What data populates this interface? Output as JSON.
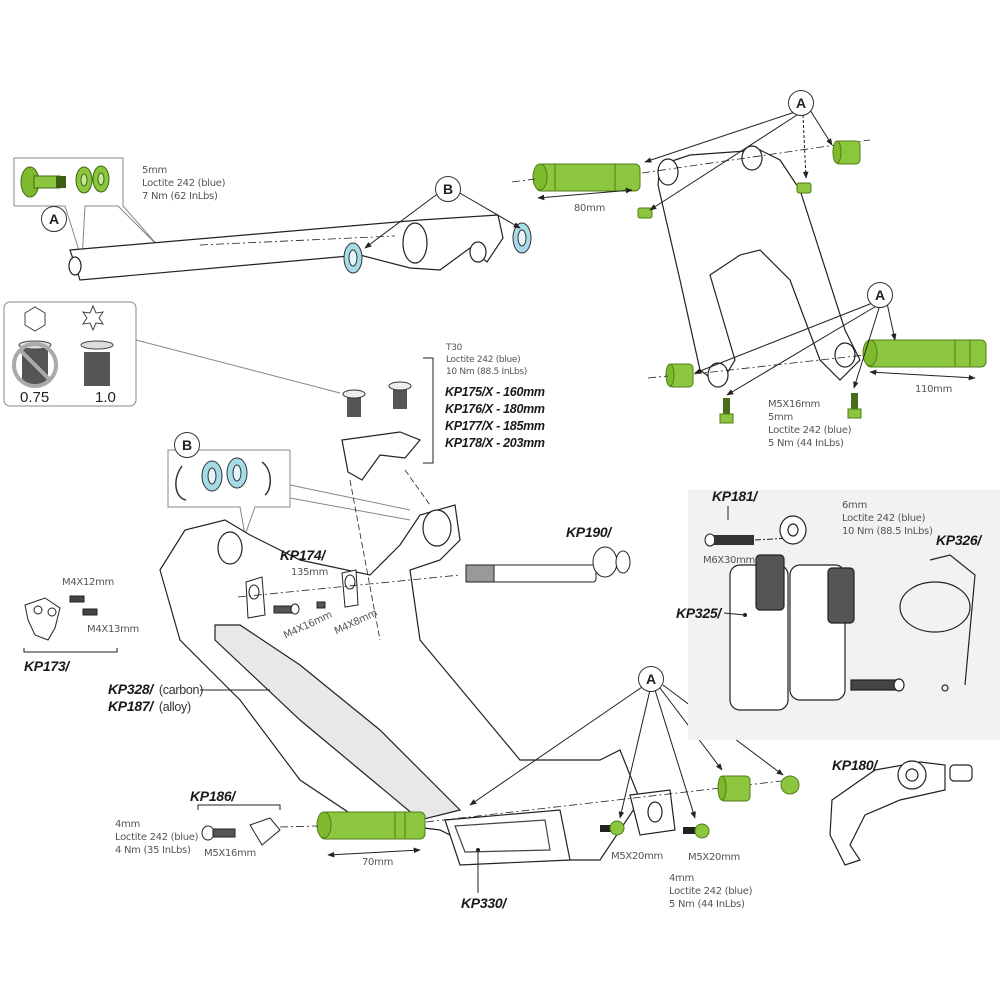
{
  "diagram": {
    "type": "exploded-parts-view",
    "colors": {
      "pivot_hardware_green": "#8cc63f",
      "pivot_hardware_dark_green": "#5a8a1c",
      "bearing_blue": "#a6dbe8",
      "line": "#222222",
      "text": "#555555"
    },
    "callouts": {
      "a_top_left": "A",
      "b_top": "B",
      "a_top_right": "A",
      "a_right": "A",
      "b_left": "B",
      "a_bottom": "A"
    },
    "notes": {
      "pivot_bolt_top_left": [
        "5mm",
        "Loctite 242 (blue)",
        "7 Nm (62 InLbs)"
      ],
      "shock_mount_bolts": [
        "T30",
        "Loctite 242 (blue)",
        "10 Nm (88.5 InLbs)"
      ],
      "rocker_bolts": [
        "M5X16mm",
        "5mm",
        "Loctite 242 (blue)",
        "5 Nm (44 InLbs)"
      ],
      "shock_bolt": [
        "6mm",
        "Loctite 242 (blue)",
        "10 Nm (88.5 InLbs)"
      ],
      "derailleur_hanger": [
        "4mm",
        "Loctite 242 (blue)",
        "4 Nm (35 InLbs)"
      ],
      "chainstay_bolts": [
        "4mm",
        "Loctite 242 (blue)",
        "5 Nm (44 InLbs)"
      ]
    },
    "dimensions": {
      "axle_top": "80mm",
      "axle_right": "110mm",
      "axle_bottom": "70mm",
      "kp174_width": "135mm"
    },
    "bolt_labels": {
      "m4x12": "M4X12mm",
      "m4x13": "M4X13mm",
      "m4x16": "M4X16mm",
      "m4x8": "M4X8mm",
      "m6x30": "M6X30mm",
      "m5x16": "M5X16mm",
      "m5x20_left": "M5X20mm",
      "m5x20_right": "M5X20mm"
    },
    "thread_pitch": {
      "hex_label": "0.75",
      "torx_label": "1.0"
    },
    "shock_mounts": [
      "KP175/X - 160mm",
      "KP176/X - 180mm",
      "KP177/X - 185mm",
      "KP178/X - 203mm"
    ],
    "part_numbers": {
      "kp173": "KP173/",
      "kp174": "KP174/",
      "kp180": "KP180/",
      "kp181": "KP181/",
      "kp186": "KP186/",
      "kp190": "KP190/",
      "kp325": "KP325/",
      "kp326": "KP326/",
      "kp328": "KP328/",
      "kp328_note": "(carbon)",
      "kp187": "KP187/",
      "kp187_note": "(alloy)",
      "kp330": "KP330/"
    }
  }
}
